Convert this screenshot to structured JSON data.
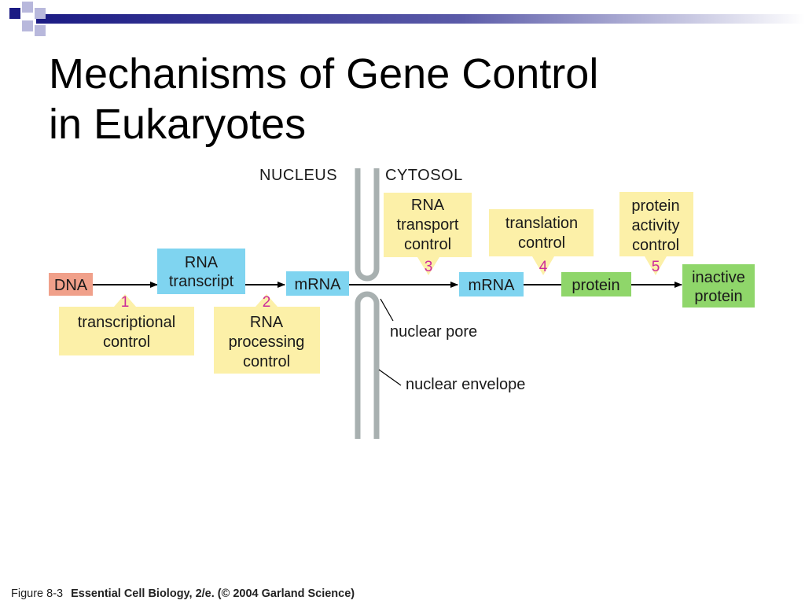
{
  "slide": {
    "title_line1": "Mechanisms of Gene Control",
    "title_line2": "in Eukaryotes",
    "caption_figure": "Figure 8-3",
    "caption_source": "Essential Cell Biology, 2/e. (© 2004 Garland Science)"
  },
  "colors": {
    "dna": "#f0a08a",
    "rna": "#7fd4f0",
    "protein": "#8fd66a",
    "control_box": "#fcf0a8",
    "step_number": "#cc2a9a",
    "membrane": "#a8b0b0",
    "title_bar": "#1b1b84"
  },
  "diagram": {
    "regions": {
      "nucleus": "NUCLEUS",
      "cytosol": "CYTOSOL"
    },
    "molecules": {
      "dna": "DNA",
      "rna_transcript_line1": "RNA",
      "rna_transcript_line2": "transcript",
      "mrna_nucleus": "mRNA",
      "mrna_cytosol": "mRNA",
      "protein": "protein",
      "inactive_protein_line1": "inactive",
      "inactive_protein_line2": "protein"
    },
    "controls": [
      {
        "number": "1",
        "line1": "transcriptional",
        "line2": "control",
        "line3": ""
      },
      {
        "number": "2",
        "line1": "RNA",
        "line2": "processing",
        "line3": "control"
      },
      {
        "number": "3",
        "line1": "RNA",
        "line2": "transport",
        "line3": "control"
      },
      {
        "number": "4",
        "line1": "translation",
        "line2": "control",
        "line3": ""
      },
      {
        "number": "5",
        "line1": "protein",
        "line2": "activity",
        "line3": "control"
      }
    ],
    "labels": {
      "nuclear_pore": "nuclear pore",
      "nuclear_envelope": "nuclear envelope"
    }
  }
}
